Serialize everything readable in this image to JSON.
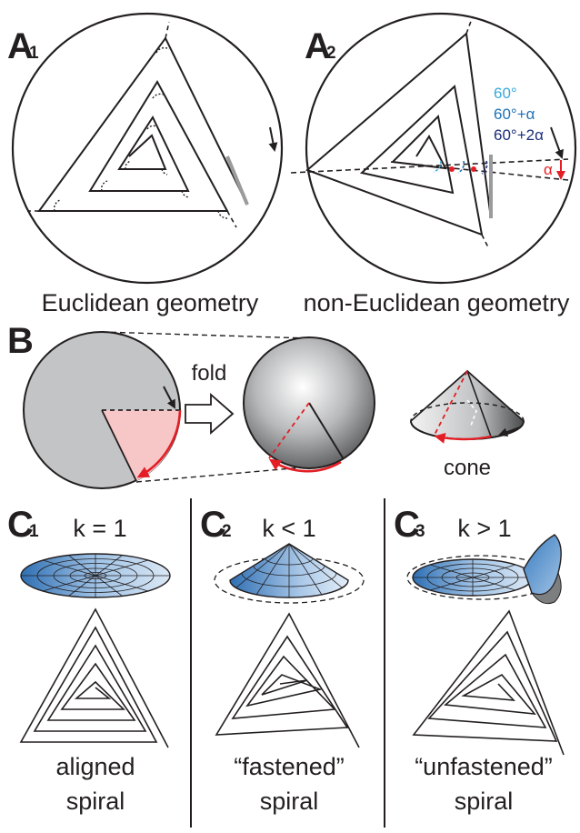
{
  "panels": {
    "a1": {
      "letter": "A",
      "sub": "1",
      "caption": "Euclidean geometry"
    },
    "a2": {
      "letter": "A",
      "sub": "2",
      "caption": "non-Euclidean geometry",
      "angles": [
        "60°",
        "60°+α",
        "60°+2α"
      ],
      "alpha": "α"
    },
    "b": {
      "letter": "B",
      "fold_label": "fold",
      "cone_label": "cone"
    },
    "c1": {
      "letter": "C",
      "sub": "1",
      "k_label": "k = 1",
      "caption_line1": "aligned",
      "caption_line2": "spiral"
    },
    "c2": {
      "letter": "C",
      "sub": "2",
      "k_label": "k < 1",
      "caption_line1": "“fastened”",
      "caption_line2": "spiral"
    },
    "c3": {
      "letter": "C",
      "sub": "3",
      "k_label": "k > 1",
      "caption_line1": "“unfastened”",
      "caption_line2": "spiral"
    }
  },
  "colors": {
    "ink": "#231f20",
    "red": "#e31e24",
    "pink": "#f7c6c7",
    "grey": "#c3c4c6",
    "blue": "#3a7cc0",
    "light_blue": "#39a9dc",
    "mid_blue": "#1f73b7",
    "dark_blue": "#1b2f7a"
  }
}
